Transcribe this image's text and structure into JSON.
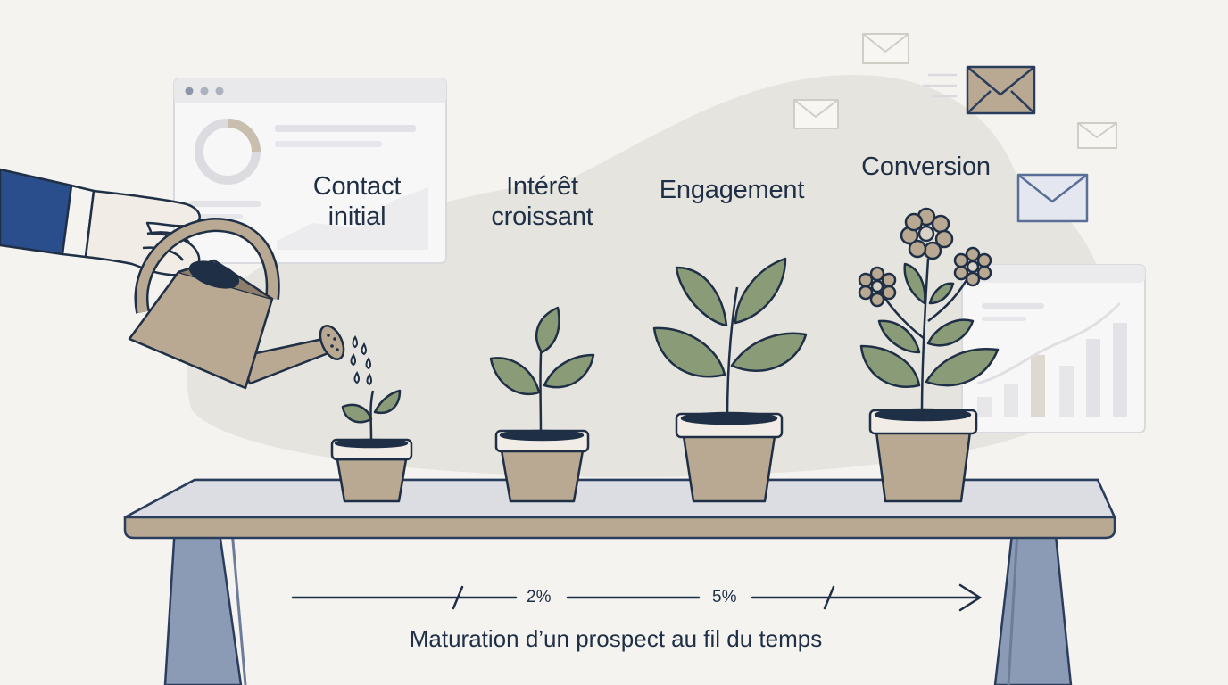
{
  "stages": [
    {
      "label": "Contact\ninitial"
    },
    {
      "label": "Intérêt\ncroissant"
    },
    {
      "label": "Engagement"
    },
    {
      "label": "Conversion"
    }
  ],
  "timeline": {
    "markers": [
      "2%",
      "5%"
    ],
    "caption": "Maturation d’un prospect au fil du temps"
  },
  "colors": {
    "ink": "#1f2f45",
    "leaf": "#8a9b78",
    "pot": "#b9a992",
    "sleeve": "#2a4e8c",
    "table_top": "#dcdde3",
    "table_edge": "#b9a992",
    "legs": "#8c9bb5"
  },
  "icons": [
    "hand-icon",
    "watering-can-icon",
    "water-drop-icon",
    "envelope-icon",
    "browser-window-icon",
    "donut-chart-icon",
    "bar-chart-icon",
    "flower-icon",
    "table-icon"
  ]
}
